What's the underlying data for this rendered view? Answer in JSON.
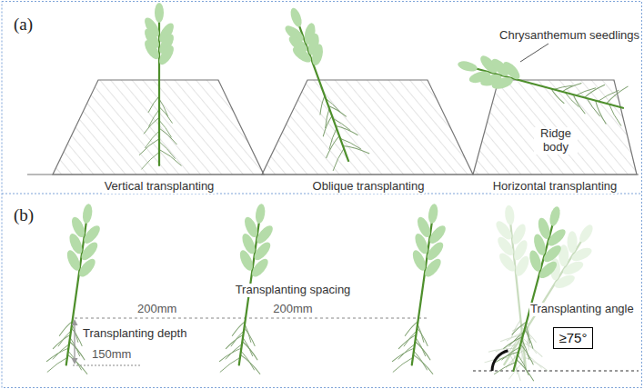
{
  "diagram": {
    "nodes": [
      {
        "text": [
          "≥75°"
        ]
      }
    ],
    "labels": [
      "(a)",
      "Chrysanthemum seedlings",
      "Ridge body",
      "Vertical transplanting",
      "Oblique transplanting",
      "Horizontal transplanting",
      "(b)",
      "200mm",
      "Transplanting spacing",
      "200mm",
      "Transplanting depth",
      "150mm",
      "Transplanting angle"
    ]
  }
}
